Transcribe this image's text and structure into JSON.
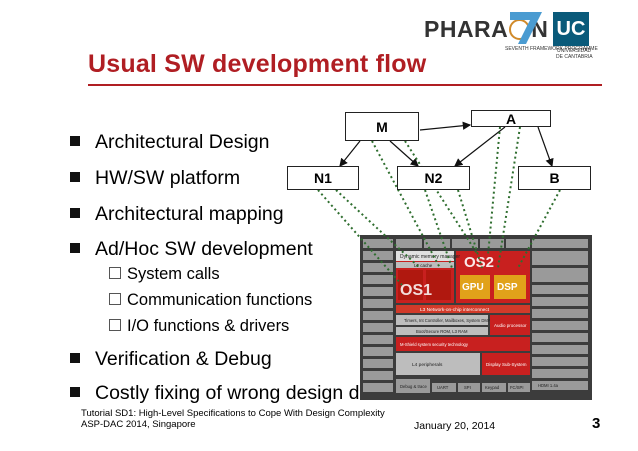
{
  "logos": {
    "pharaon_left": "PHARA",
    "pharaon_right": "N",
    "seven_caption": "SEVENTH FRAMEWORK PROGRAMME",
    "uc_text": "UC",
    "uc_caption_1": "UNIVERSIDAD",
    "uc_caption_2": "DE CANTABRIA"
  },
  "slide": {
    "title": "Usual SW development flow"
  },
  "bullets": [
    "Architectural Design",
    "HW/SW platform",
    "Architectural mapping",
    "Ad/Hoc SW development",
    "Verification & Debug",
    "Costly fixing of wrong design decisions"
  ],
  "sub_bullets": [
    "System calls",
    "Communication functions",
    "I/O functions & drivers"
  ],
  "diagram": {
    "nodes": {
      "M": "M",
      "A": "A",
      "N1": "N1",
      "N2": "N2",
      "B": "B"
    },
    "os_labels": {
      "os1": "OS1",
      "os2": "OS2",
      "gpu": "GPU",
      "dsp": "DSP"
    },
    "chip_labels": {
      "l3": "L3 Network-on-chip interconnect",
      "dyn_mem": "Dynamic memory manager",
      "l2": "L2 cache",
      "audio": "Audio processor",
      "l4": "L4 peripherals",
      "timers": "Timers, Int Controller, Mailboxes, System DMA",
      "boot": "Boot/Secure ROM, L3 RAM",
      "security": "M-Shield system security technology",
      "display": "Display Sub-System",
      "debug": "Debug & trace",
      "uart": "UART",
      "spi": "SPI",
      "ks": "Keypad",
      "fc": "FC/SPI",
      "hdmi": "HDMI 1.4a"
    }
  },
  "footer": {
    "line1": "Tutorial SD1: High-Level Specifications to Cope With Design Complexity",
    "line2": "ASP-DAC 2014, Singapore",
    "date": "January 20, 2014",
    "page": "3"
  },
  "colors": {
    "title": "#b01e23",
    "chip_dark": "#3c3c3c",
    "chip_red": "#c8201f",
    "chip_gray": "#9a9a9a",
    "arrow": "#2f6e2f"
  }
}
